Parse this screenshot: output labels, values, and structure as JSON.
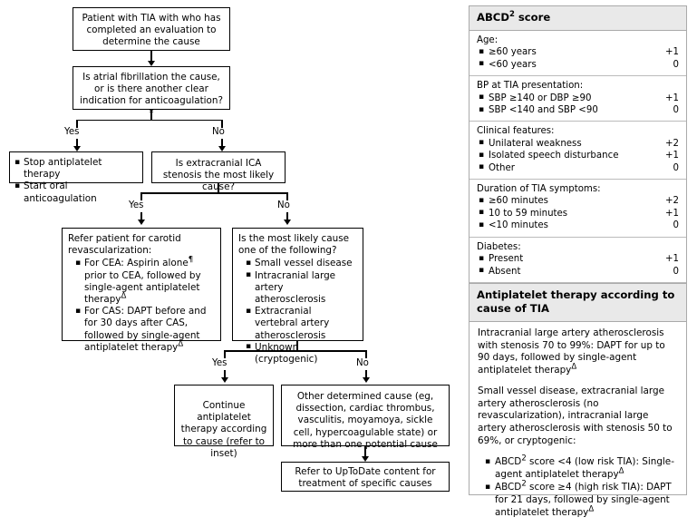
{
  "flowchart": {
    "start_box": "Patient with TIA with who has completed an evaluation to determine the cause",
    "decision_af": "Is atrial fibrillation the cause, or is there another clear indication for anticoagulation?*",
    "label_yes": "Yes",
    "label_no": "No",
    "anticoag_box": {
      "items": [
        "Stop antiplatelet therapy",
        "Start oral anticoagulation"
      ]
    },
    "decision_ica": "Is extracranial ICA stenosis the most likely cause?",
    "revasc_box": {
      "lead": "Refer patient for carotid revascularization:",
      "items": [
        "For CEA: Aspirin alone¶ prior to CEA, followed by single-agent antiplatelet therapyΔ",
        "For CAS: DAPT before and for 30 days after CAS, followed by single-agent antiplatelet therapyΔ"
      ]
    },
    "cause_box": {
      "lead": "Is the most likely cause one of the following?",
      "items": [
        "Small vessel disease",
        "Intracranial large artery atherosclerosis",
        "Extracranial vertebral artery atherosclerosis",
        "Unknown (cryptogenic)"
      ]
    },
    "continue_box": "Continue antiplatelet therapy according to cause (refer to inset)",
    "other_cause_box": "Other determined cause (eg, dissection, cardiac thrombus, vasculitis, moyamoya, sickle cell, hypercoagulable state) or more than one potential cause",
    "refer_box": "Refer to UpToDate content for treatment of specific causes"
  },
  "abcd_panel": {
    "title_main": "ABCD",
    "title_sup": "2",
    "title_rest": " score",
    "sections": [
      {
        "title": "Age:",
        "rows": [
          {
            "label": "≥60 years",
            "points": "+1"
          },
          {
            "label": "<60 years",
            "points": "0"
          }
        ]
      },
      {
        "title": "BP at TIA presentation:",
        "rows": [
          {
            "label": "SBP ≥140 or DBP ≥90",
            "points": "+1"
          },
          {
            "label": "SBP <140 and SBP <90",
            "points": "0"
          }
        ]
      },
      {
        "title": "Clinical features:",
        "rows": [
          {
            "label": "Unilateral weakness",
            "points": "+2"
          },
          {
            "label": "Isolated speech disturbance",
            "points": "+1"
          },
          {
            "label": "Other",
            "points": "0"
          }
        ]
      },
      {
        "title": "Duration of TIA symptoms:",
        "rows": [
          {
            "label": "≥60 minutes",
            "points": "+2"
          },
          {
            "label": "10 to 59 minutes",
            "points": "+1"
          },
          {
            "label": "<10 minutes",
            "points": "0"
          }
        ]
      },
      {
        "title": "Diabetes:",
        "rows": [
          {
            "label": "Present",
            "points": "+1"
          },
          {
            "label": "Absent",
            "points": "0"
          }
        ]
      }
    ]
  },
  "therapy_panel": {
    "title": "Antiplatelet therapy according to cause of TIA",
    "paragraph_1": "Intracranial large artery atherosclerosis with stenosis 70 to 99%: DAPT for up to 90 days, followed by single-agent antiplatelet therapyΔ",
    "paragraph_2": "Small vessel disease, extracranial large artery atherosclerosis (no revascularization), intracranial large artery atherosclerosis with stenosis 50 to 69%, or cryptogenic:",
    "items": [
      "ABCD2 score <4 (low risk TIA): Single-agent antiplatelet therapyΔ",
      "ABCD2 score ≥4 (high risk TIA): DAPT for 21 days, followed by single-agent antiplatelet therapyΔ"
    ]
  },
  "colors": {
    "panel_header_bg": "#e9e9e9",
    "panel_border": "#aaaaaa",
    "box_border": "#000000",
    "text": "#000000"
  }
}
